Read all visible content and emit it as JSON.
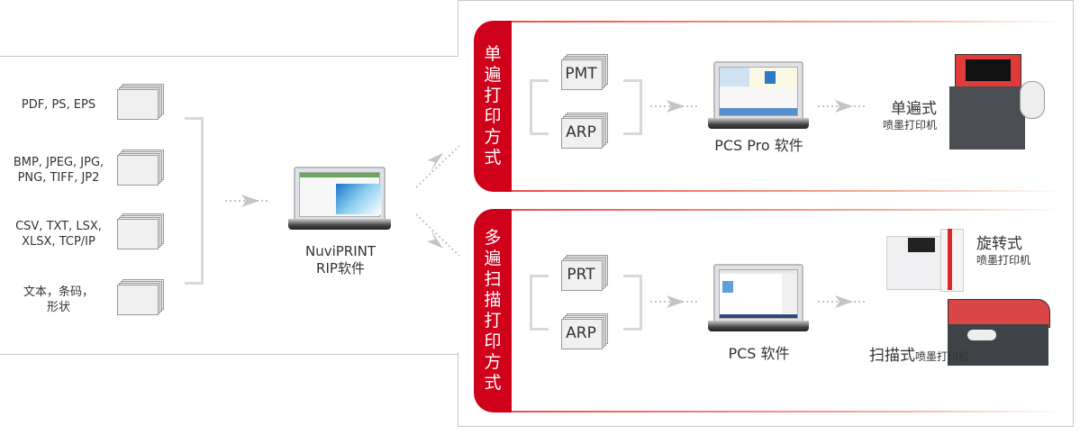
{
  "inputs": [
    {
      "label_lines": [
        "PDF, PS, EPS"
      ]
    },
    {
      "label_lines": [
        "BMP, JPEG, JPG,",
        "PNG, TIFF, JP2"
      ]
    },
    {
      "label_lines": [
        "CSV, TXT, LSX,",
        "XLSX, TCP/IP"
      ]
    },
    {
      "label_lines": [
        "文本，条码，",
        "形状"
      ]
    }
  ],
  "rip": {
    "line1": "NuviPRINT",
    "line2": "RIP软件"
  },
  "single_pass": {
    "tab_label": "单遍打印方式",
    "tab_chars": [
      "单",
      "遍",
      "打",
      "印",
      "方",
      "式"
    ],
    "formats": [
      "PMT",
      "ARP"
    ],
    "software": "PCS Pro 软件",
    "printer": {
      "title": "单遍式",
      "subtitle": "喷墨打印机"
    }
  },
  "multi_pass": {
    "tab_label": "多遍扫描打印方式",
    "tab_chars": [
      "多",
      "遍",
      "扫",
      "描",
      "打",
      "印",
      "方",
      "式"
    ],
    "formats": [
      "PRT",
      "ARP"
    ],
    "software": "PCS 软件",
    "printers": [
      {
        "title": "旋转式",
        "subtitle": "喷墨打印机"
      },
      {
        "title": "扫描式",
        "subtitle": "喷墨打印机"
      }
    ]
  },
  "colors": {
    "accent_red": "#d0021b",
    "line_gray": "#c8c8c8",
    "arrow_gray": "#c4c4c4"
  }
}
